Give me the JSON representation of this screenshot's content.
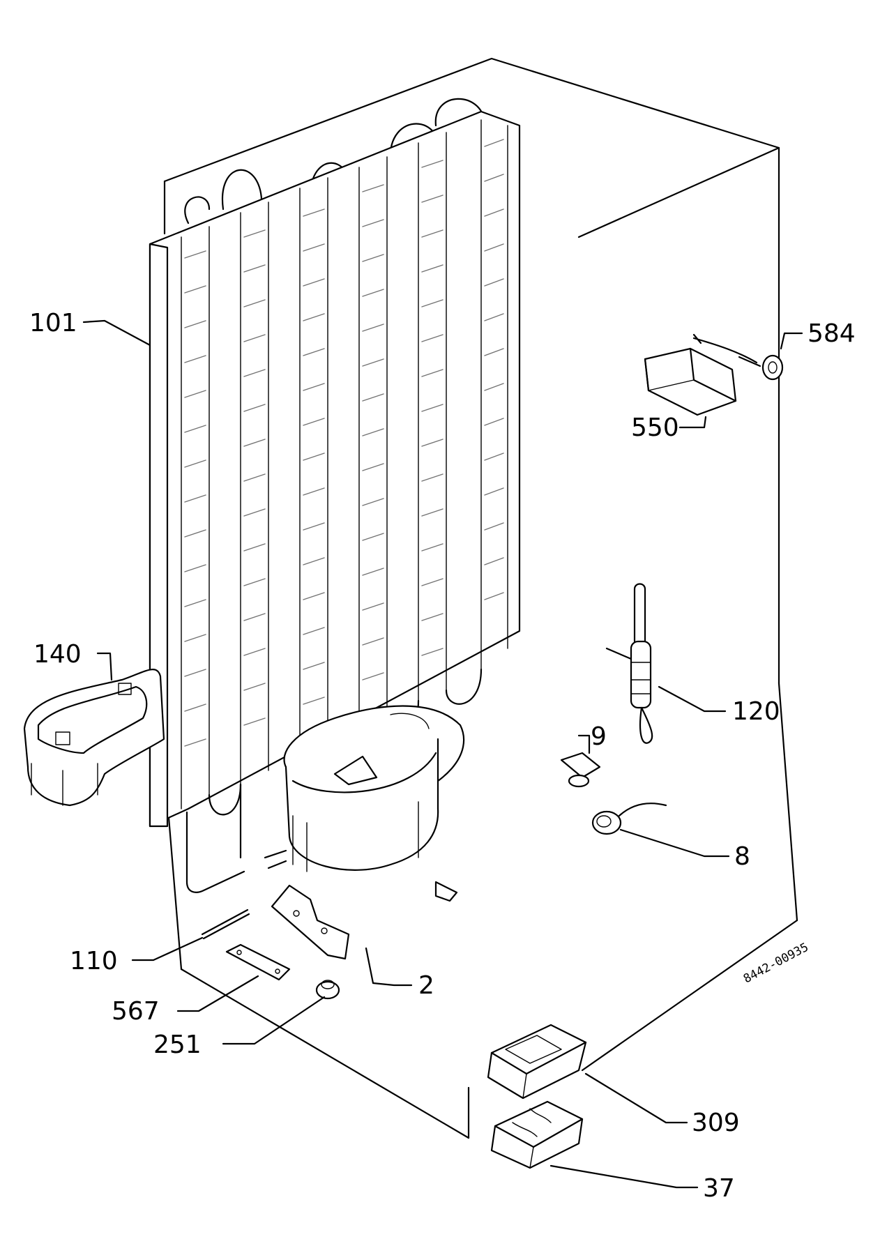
{
  "drawing_ref": "8442-00935",
  "parts": [
    {
      "id": "101"
    },
    {
      "id": "584"
    },
    {
      "id": "550"
    },
    {
      "id": "140"
    },
    {
      "id": "120"
    },
    {
      "id": "9"
    },
    {
      "id": "8"
    },
    {
      "id": "110"
    },
    {
      "id": "2"
    },
    {
      "id": "567"
    },
    {
      "id": "251"
    },
    {
      "id": "309"
    },
    {
      "id": "37"
    }
  ]
}
